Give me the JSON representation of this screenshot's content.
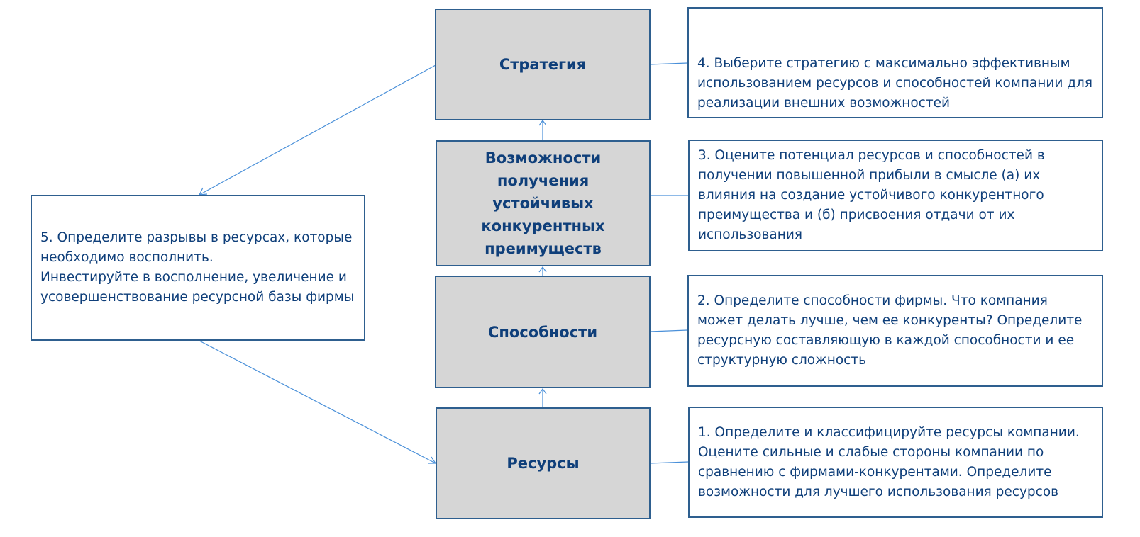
{
  "stages": {
    "strategy": "Стратегия",
    "advantages": "Возможности получения устойчивых конкурентных преимуществ",
    "capabilities": "Способности",
    "resources": "Ресурсы"
  },
  "steps": {
    "step1": "1. Определите и классифицируйте ресурсы компании. Оцените сильные и слабые стороны компании по сравнению с фирмами-конкурентами. Определите возможности для лучшего использования ресурсов",
    "step2": "2. Определите способности фирмы. Что компания может делать лучше, чем ее конкуренты? Определите ресурсную составляющую в каждой способности и ее структурную сложность",
    "step3": "3. Оцените потенциал ресурсов и способностей в получении повышенной прибыли в смысле (а) их влияния на создание устойчивого конкурентного преимущества и (б) присвоения отдачи от их использования",
    "step4": "4. Выберите стратегию с максимально эффективным использованием ресурсов и способностей компании для реализации внешних возможностей",
    "step5": "5. Определите разрывы в ресурсах, которые необходимо восполнить.\nИнвестируйте в восполнение, увеличение и усовершенствование ресурсной базы фирмы"
  },
  "colors": {
    "border": "#2e5f8f",
    "stage_fill": "#d6d6d6",
    "text": "#0f3f7a",
    "connector": "#4a90d9"
  }
}
